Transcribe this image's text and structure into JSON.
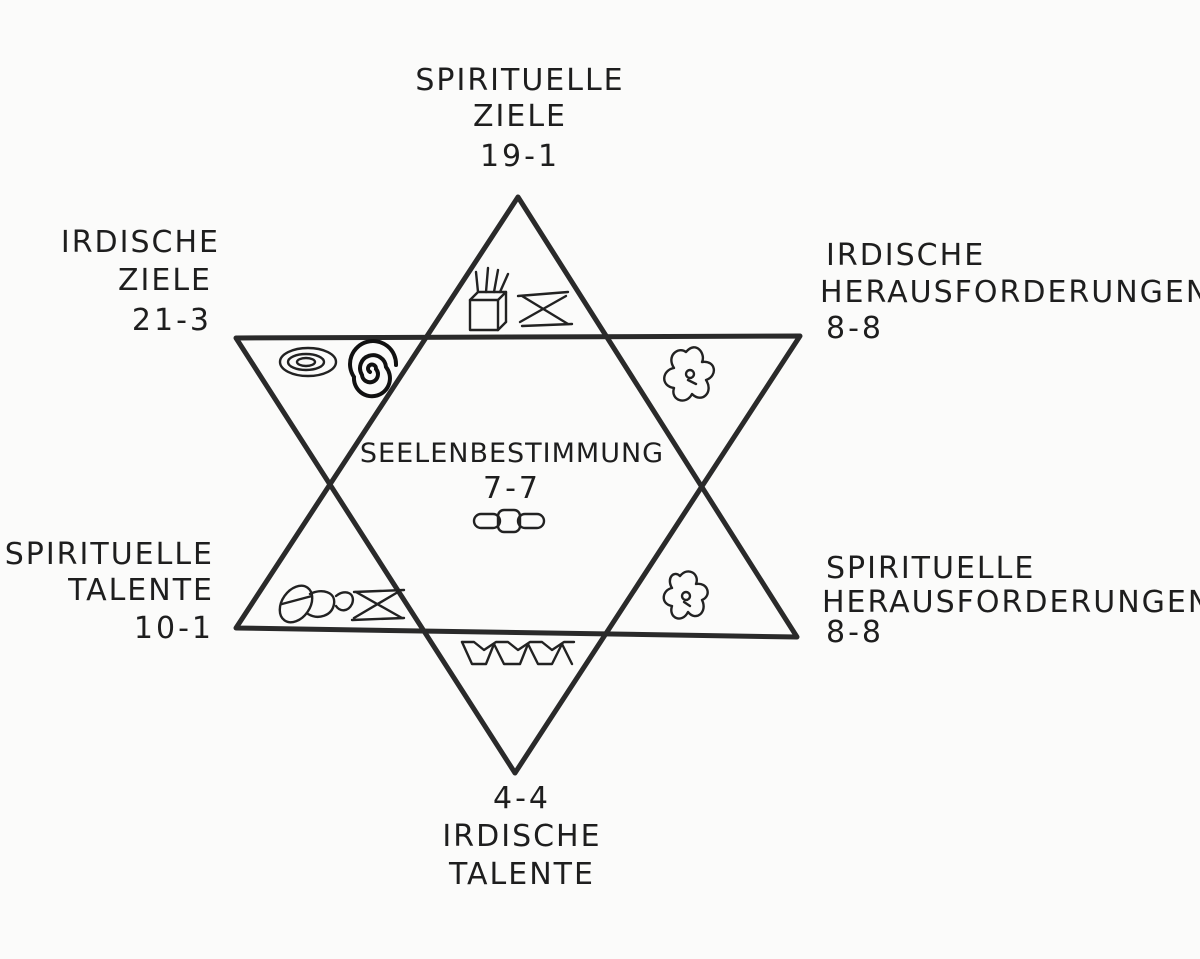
{
  "center": {
    "title": "SEELENBESTIMMUNG",
    "value": "7-7",
    "symbol": "chain-icon"
  },
  "points": {
    "top": {
      "lines": [
        "SPIRITUELLE",
        "ZIELE"
      ],
      "value": "19-1",
      "symbols": [
        "altar-candles-icon",
        "crossed-lines-icon"
      ]
    },
    "upper_left": {
      "lines": [
        "IRDISCHE",
        "ZIELE"
      ],
      "value": "21-3",
      "symbols": [
        "loop-icon",
        "spiral-icon"
      ]
    },
    "upper_right": {
      "lines": [
        "IRDISCHE",
        "HERAUSFORDERUNGEN"
      ],
      "value": "8-8",
      "symbols": [
        "flower-icon"
      ]
    },
    "lower_left": {
      "lines": [
        "SPIRITUELLE",
        "TALENTE"
      ],
      "value": "10-1",
      "symbols": [
        "link-icon",
        "crossed-lines-icon"
      ]
    },
    "lower_right": {
      "lines": [
        "SPIRITUELLE",
        "HERAUSFORDERUNGEN"
      ],
      "value": "8-8",
      "symbols": [
        "flower-icon"
      ]
    },
    "bottom": {
      "lines": [
        "IRDISCHE",
        "TALENTE"
      ],
      "value": "4-4",
      "symbols": [
        "zigzag-icon"
      ]
    }
  }
}
